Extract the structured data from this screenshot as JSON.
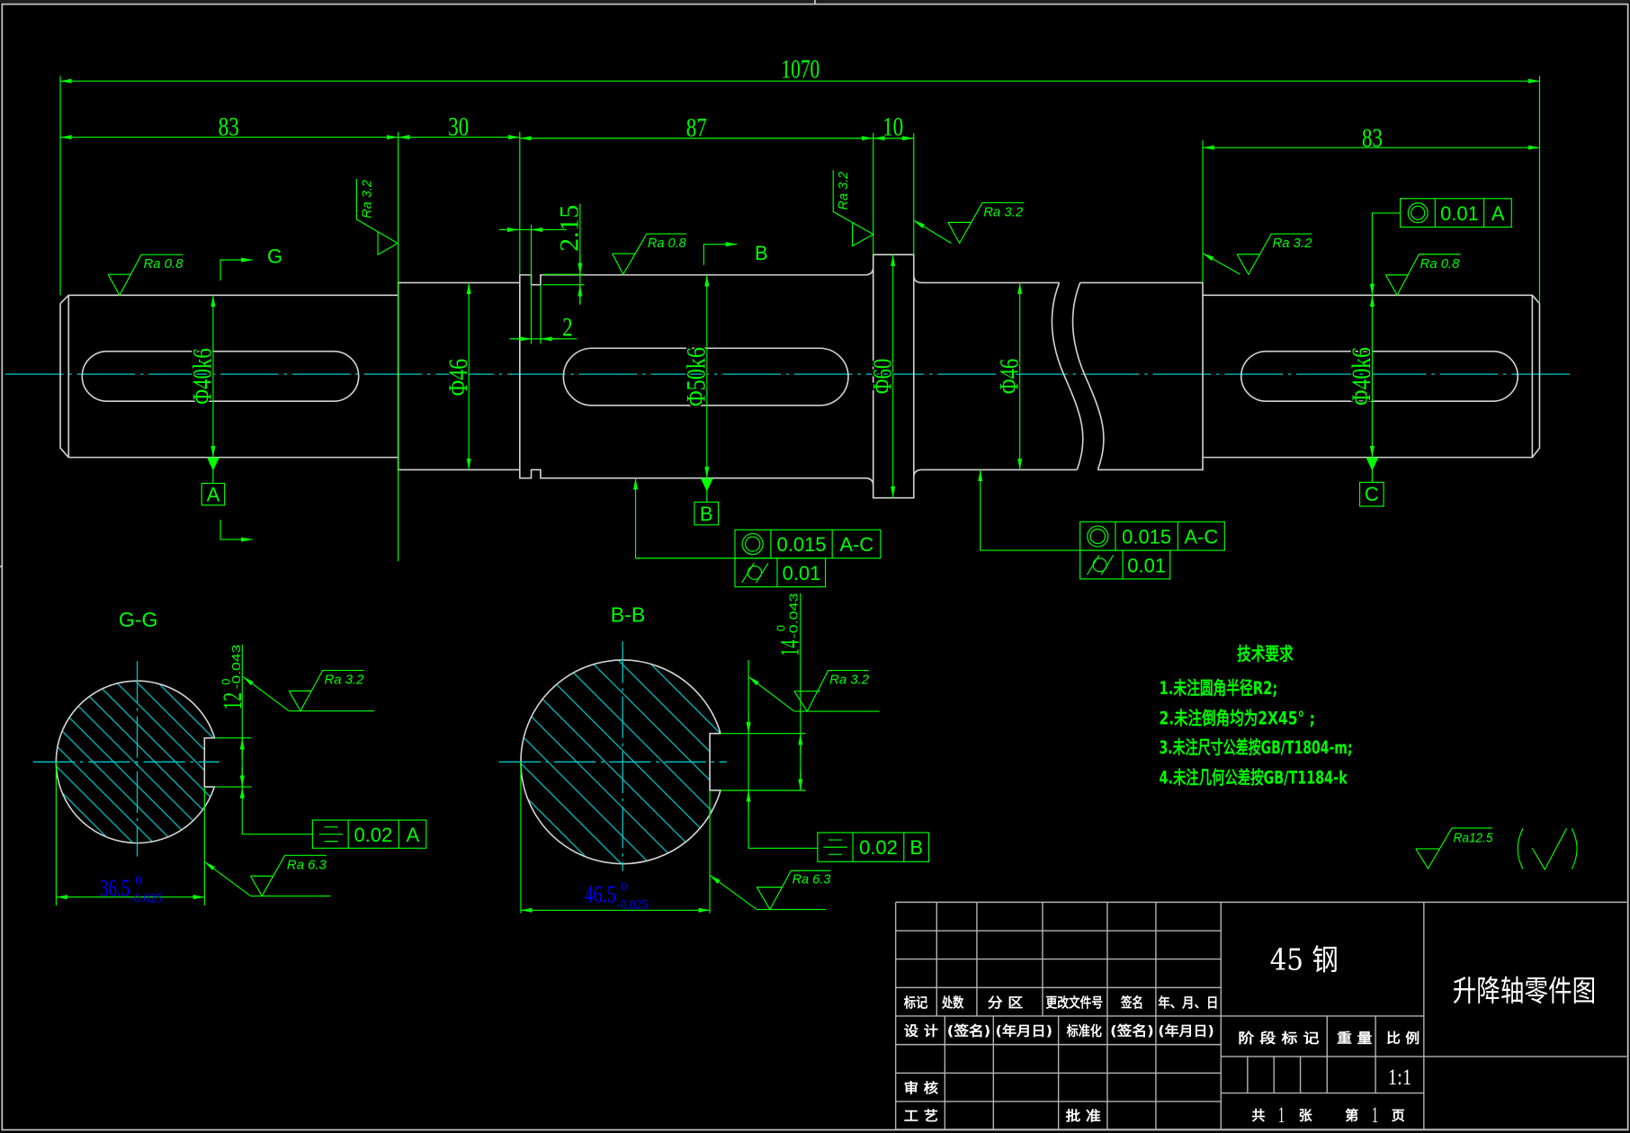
{
  "colors": {
    "background": "#000000",
    "outline": "#d2d2d2",
    "annotation": "#00ff00",
    "centerline": "#00c8c8",
    "tolerance_text": "#0000ff",
    "title_block_lines": "#b4b4b4"
  },
  "main_view": {
    "dimensions": {
      "overall_length": "1070",
      "left_end_length": "83",
      "shoulder_length": "30",
      "seat_length": "87",
      "collar_width": "10",
      "right_end_length": "83",
      "groove_depth": "2.15",
      "groove_width": "2",
      "dia_left_end": "Φ40k6",
      "dia_shoulder": "Φ46",
      "dia_seat": "Φ50k6",
      "dia_collar": "Φ60",
      "dia_body": "Φ46",
      "dia_right_end": "Φ40k6"
    },
    "roughness": {
      "left_end": "Ra 0.8",
      "shoulder_face": "Ra 3.2",
      "seat": "Ra 0.8",
      "collar_left_face": "Ra 3.2",
      "collar_right_face": "Ra 3.2",
      "body_face": "Ra 3.2",
      "right_end": "Ra 0.8"
    },
    "section_cuts": {
      "g": "G",
      "b": "B"
    },
    "datums": {
      "a": "A",
      "b": "B",
      "c": "C"
    },
    "gdt": {
      "right_end": {
        "symbol": "concentricity",
        "value": "0.01",
        "datum": "A"
      },
      "seat": {
        "row1": {
          "symbol": "concentricity",
          "value": "0.015",
          "datum": "A-C"
        },
        "row2": {
          "symbol": "cylindricity",
          "value": "0.01"
        }
      },
      "body": {
        "row1": {
          "symbol": "concentricity",
          "value": "0.015",
          "datum": "A-C"
        },
        "row2": {
          "symbol": "cylindricity",
          "value": "0.01"
        }
      }
    }
  },
  "sections": {
    "g": {
      "label": "G-G",
      "key_width": "12",
      "key_width_upper": "0",
      "key_width_lower": "-0.043",
      "depth": "36.5",
      "depth_upper": "0",
      "depth_lower": "-0.025",
      "roughness_side": "Ra 3.2",
      "roughness_bottom": "Ra 6.3",
      "gdt": {
        "symbol": "symmetry",
        "value": "0.02",
        "datum": "A"
      }
    },
    "b": {
      "label": "B-B",
      "key_width": "14",
      "key_width_upper": "0",
      "key_width_lower": "-0.043",
      "depth": "46.5",
      "depth_upper": "0",
      "depth_lower": "-0.025",
      "roughness_side": "Ra 3.2",
      "roughness_bottom": "Ra 6.3",
      "gdt": {
        "symbol": "symmetry",
        "value": "0.02",
        "datum": "B"
      }
    }
  },
  "tech_requirements": {
    "title": "技术要求",
    "items": [
      "1.未注圆角半径R2;",
      "2.未注倒角均为2X45° ;",
      "3.未注尺寸公差按GB/T1804-m;",
      "4.未注几何公差按GB/T1184-k"
    ]
  },
  "general_roughness": {
    "value": "Ra12.5",
    "symbol": "check-in-parentheses"
  },
  "title_block": {
    "material": "45 钢",
    "drawing_name": "升降轴零件图",
    "revision_headers": [
      "标记",
      "处数",
      "分 区",
      "更改文件号",
      "签名",
      "年、月、日"
    ],
    "design_row": [
      "设 计",
      "(签名)",
      "(年月日)",
      "标准化",
      "(签名)",
      "(年月日)"
    ],
    "review_label": "审 核",
    "process_label": "工 艺",
    "approve_label": "批 准",
    "stage_label": "阶 段 标 记",
    "weight_label": "重 量",
    "scale_label": "比 例",
    "scale": "1:1",
    "sheets_total_prefix": "共",
    "sheets_total": "1",
    "sheets_total_suffix": "张",
    "sheet_no_prefix": "第",
    "sheet_no": "1",
    "sheet_no_suffix": "页"
  }
}
